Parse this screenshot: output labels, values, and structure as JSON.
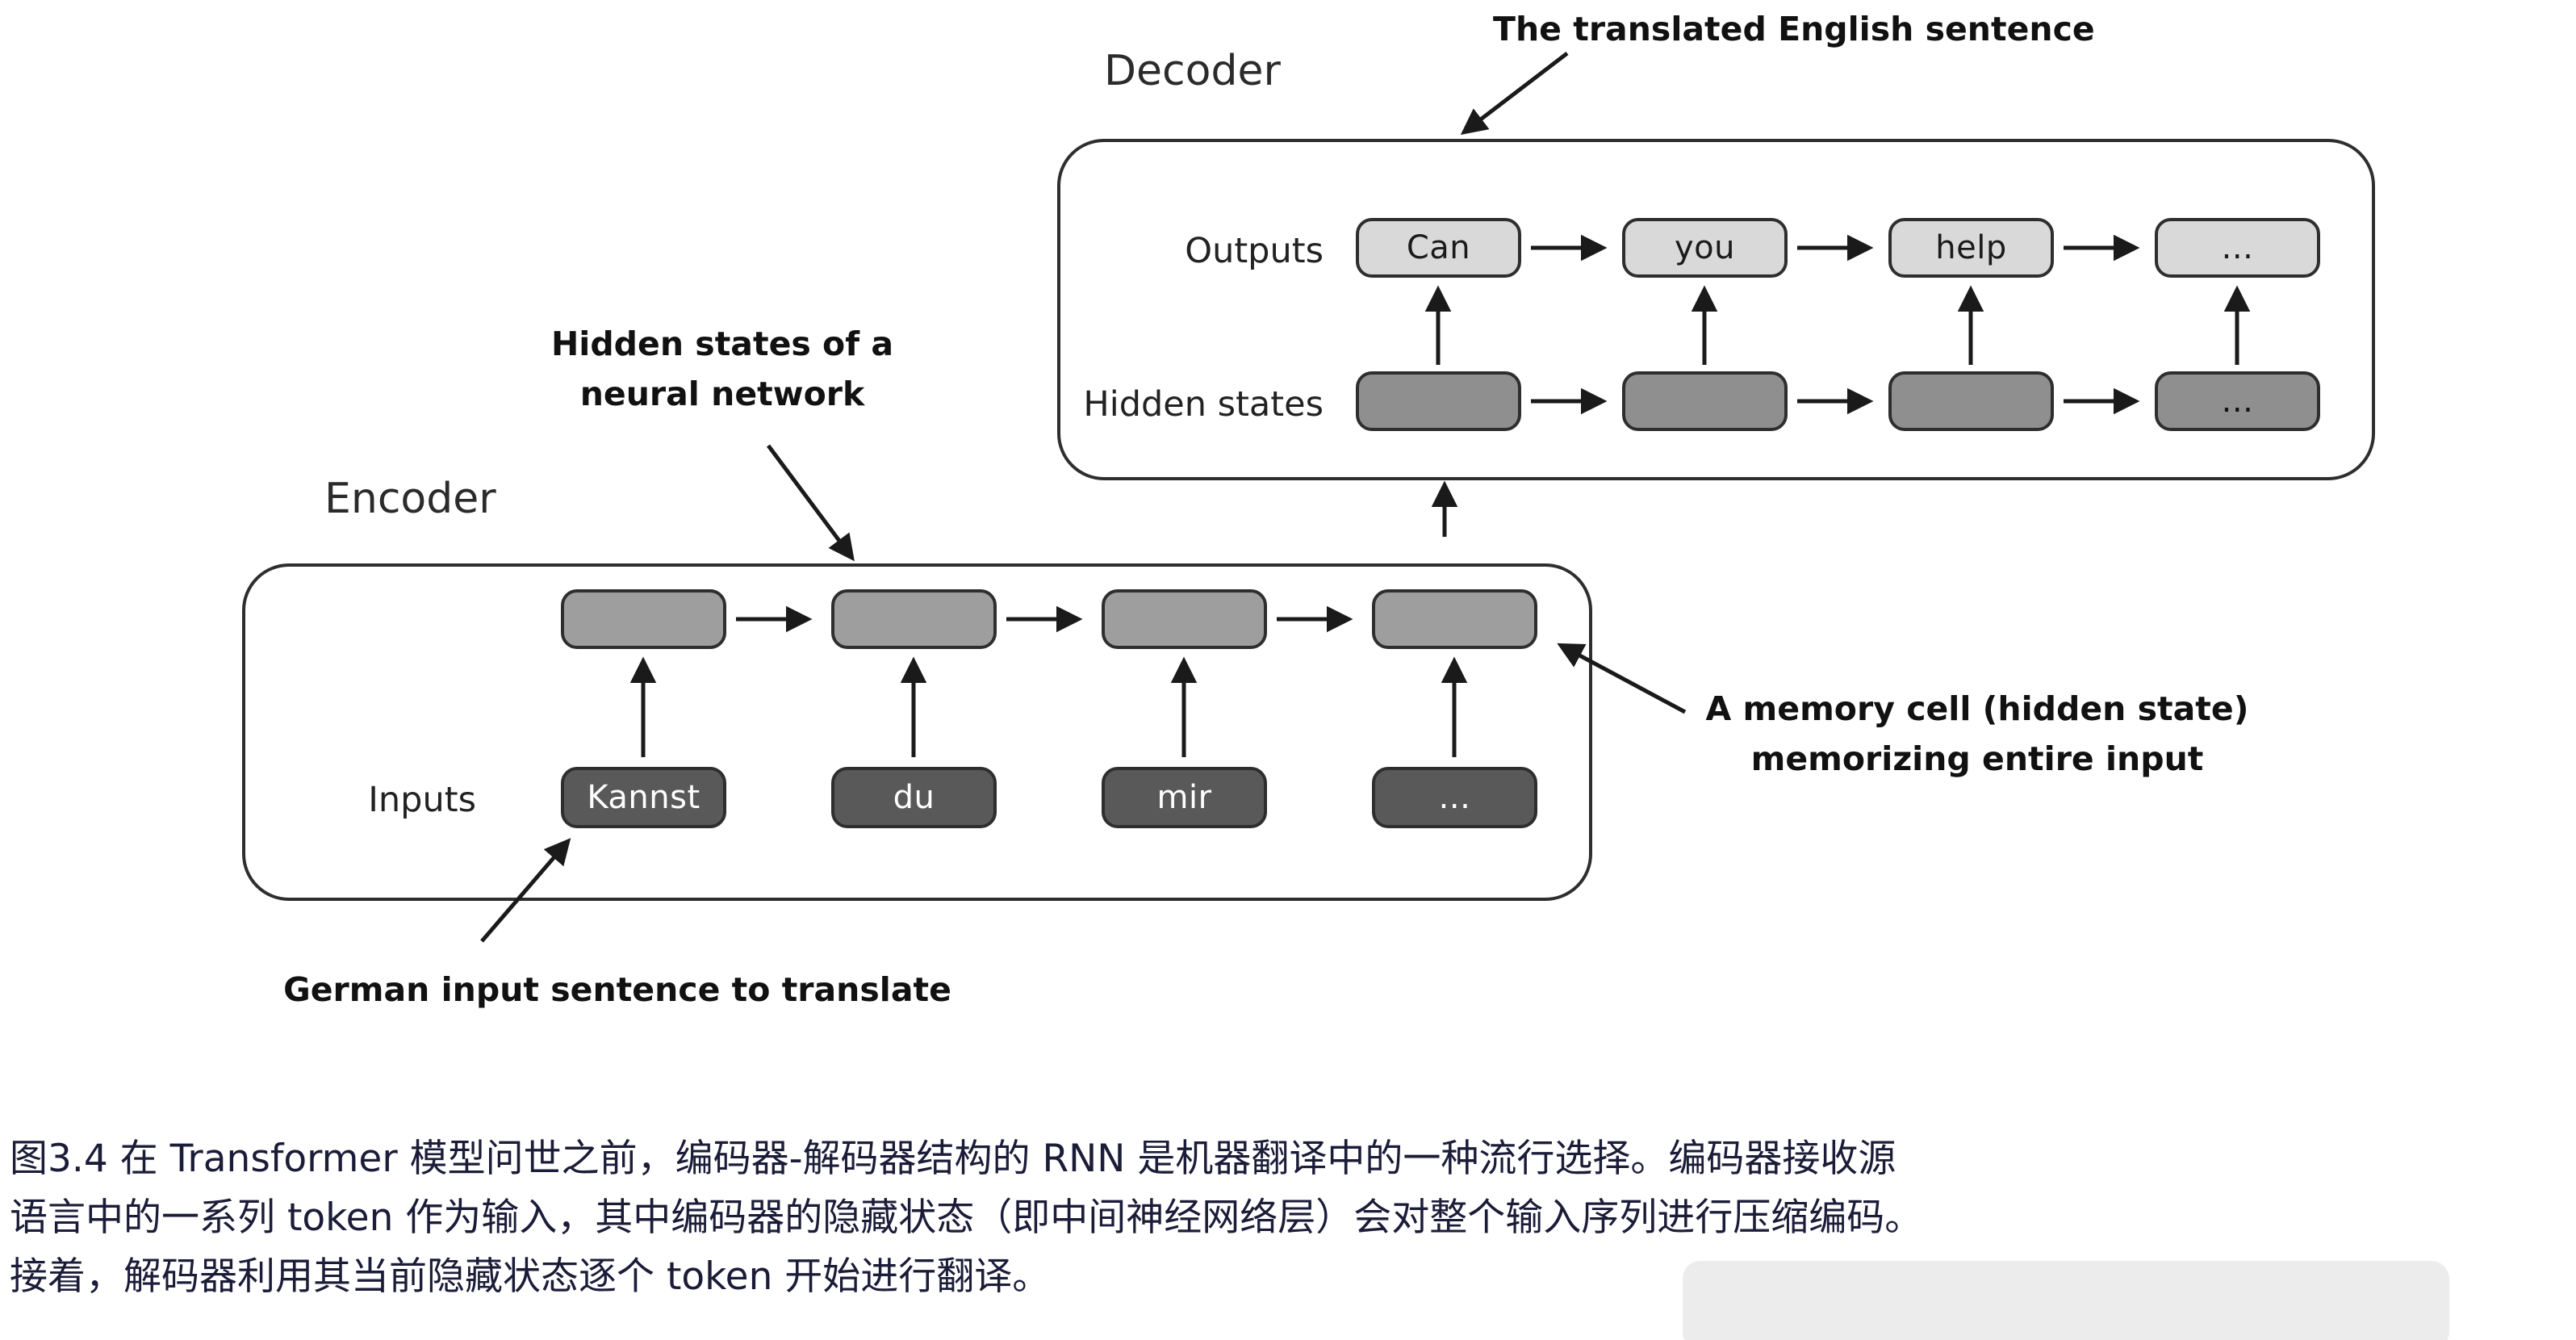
{
  "decoder": {
    "title": "Decoder",
    "outputs_label": "Outputs",
    "hidden_label": "Hidden states",
    "outputs": [
      "Can",
      "you",
      "help",
      "..."
    ],
    "hidden": [
      "",
      "",
      "",
      "..."
    ]
  },
  "encoder": {
    "title": "Encoder",
    "inputs_label": "Inputs",
    "inputs": [
      "Kannst",
      "du",
      "mir",
      "..."
    ],
    "hidden": [
      "",
      "",
      "",
      ""
    ]
  },
  "annotations": {
    "translated_sentence": "The translated English sentence",
    "hidden_states_line1": "Hidden states of a",
    "hidden_states_line2": "neural network",
    "memory_cell_line1": "A memory cell (hidden state)",
    "memory_cell_line2": "memorizing entire input",
    "german_input": "German input sentence to translate"
  },
  "caption": {
    "line1": "图3.4 在 Transformer 模型问世之前，编码器-解码器结构的 RNN 是机器翻译中的一种流行选择。编码器接收源",
    "line2": "语言中的一系列 token 作为输入，其中编码器的隐藏状态（即中间神经网络层）会对整个输入序列进行压缩编码。",
    "line3": "接着，解码器利用其当前隐藏状态逐个 token 开始进行翻译。"
  },
  "colors": {
    "output_box": "#d9d9d9",
    "decoder_hidden_box": "#8f8f8f",
    "encoder_hidden_box": "#9e9e9e",
    "input_box": "#595959",
    "border": "#2e2e2e",
    "caption_text": "#1b1c38"
  }
}
